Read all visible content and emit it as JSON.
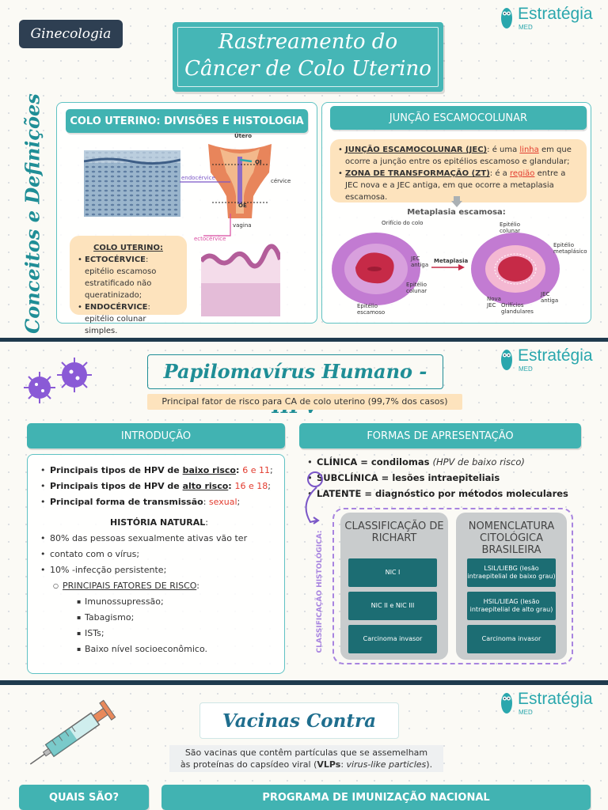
{
  "panel1": {
    "tag": "Ginecologia",
    "logo": {
      "name": "Estratégia",
      "sub": "MED"
    },
    "title_line1": "Rastreamento do",
    "title_line2": "Câncer de Colo Uterino",
    "side_title": "Conceitos e Definições",
    "colo": {
      "header": "COLO UTERINO: DIVISÕES E HISTOLOGIA",
      "labels": {
        "utero": "Útero",
        "oi": "OI",
        "oe": "OE",
        "cervice": "cérvice",
        "vagina": "vagina",
        "endocervice": "endocérvice",
        "ectocervice": "ectocérvice"
      },
      "card_title": "COLO UTERINO:",
      "ecto_term": "ECTOCÉRVICE",
      "ecto_text": ": epitélio escamoso estratificado não queratinizado;",
      "endo_term": "ENDOCÉRVICE",
      "endo_text": ": epitélio colunar simples."
    },
    "jec": {
      "header": "JUNÇÃO ESCAMOCOLUNAR",
      "item1_term": "JUNÇÃO ESCAMOCOLUNAR (JEC)",
      "item1_a": ": é uma ",
      "item1_hl": "linha",
      "item1_b": " em que ocorre a junção entre os epitélios escamoso e glandular;",
      "item2_term": "ZONA DE TRANSFORMAÇÃO (ZT)",
      "item2_a": ": é a ",
      "item2_hl": "região",
      "item2_b": " entre a JEC nova e a JEC antiga, em que ocorre a metaplasia escamosa.",
      "diagram_title": "Metaplasia escamosa:",
      "labels": {
        "orificio": "Orifício do colo",
        "jec_antiga": "JEC antiga",
        "epit_colunar": "Epitélio colunar",
        "epit_escamoso": "Epitélio escamoso",
        "metaplasia": "Metaplasia",
        "epit_colunar2": "Epitélio colunar",
        "epit_metaplasico": "Epitélio metaplásico",
        "jec_antiga2": "JEC antiga",
        "nova_jec": "Nova JEC",
        "orificios_glandulares": "Orifícios glandulares"
      }
    }
  },
  "panel2": {
    "logo": {
      "name": "Estratégia",
      "sub": "MED"
    },
    "title": "Papilomavírus Humano - HPV",
    "risk": "Principal fator de risco para CA de colo uterino (99,7% dos casos)",
    "intro": {
      "header": "INTRODUÇÃO",
      "l1_a": "Principais tipos de HPV de ",
      "l1_u": "baixo risco",
      "l1_b": ": ",
      "l1_v": "6 e 11",
      "l1_c": ";",
      "l2_a": "Principais tipos de HPV de ",
      "l2_u": "alto risco",
      "l2_b": ": ",
      "l2_v": "16 e 18",
      "l2_c": ";",
      "l3_a": "Principal forma de transmissão",
      "l3_b": ": ",
      "l3_v": "sexual",
      "l3_c": ";",
      "historia": "HISTÓRIA NATURAL",
      "h1": "80% das pessoas sexualmente ativas vão ter",
      "h1b": "contato com o vírus;",
      "h2": "10% -infecção persistente;",
      "fatores": "PRINCIPAIS FATORES DE RISCO",
      "f1": "Imunossupressão;",
      "f2": "Tabagismo;",
      "f3": "ISTs;",
      "f4": "Baixo nível socioeconômico."
    },
    "formas": {
      "header": "FORMAS DE APRESENTAÇÃO",
      "c1_term": "CLÍNICA = condilomas ",
      "c1_note": "(HPV de baixo risco)",
      "c2": "SUBCLÍNICA = lesões intraepiteliais",
      "c3": "LATENTE = diagnóstico por métodos moleculares",
      "class_label": "CLASSIFICAÇÃO HISTOLÓGICA:",
      "richart_title": "CLASSIFICAÇÃO DE RICHART",
      "richart": [
        "NIC I",
        "NIC II e NIC III",
        "Carcinoma invasor"
      ],
      "brasil_title": "NOMENCLATURA CITOLÓGICA BRASILEIRA",
      "brasil": [
        "LSIL/LIEBG (lesão intraepitelial de baixo grau)",
        "HSIL/LIEAG (lesão intraepitelial de alto grau)",
        "Carcinoma invasor"
      ]
    }
  },
  "panel3": {
    "logo": {
      "name": "Estratégia",
      "sub": "MED"
    },
    "title": "Vacinas Contra HPV",
    "desc_a": "São vacinas que contêm partículas que se assemelham",
    "desc_b": "às proteínas do capsídeo viral (",
    "desc_vlp": "VLPs",
    "desc_c": ": ",
    "desc_em": "virus-like particles",
    "desc_d": ").",
    "quais": "QUAIS SÃO?",
    "programa": "PROGRAMA DE IMUNIZAÇÃO NACIONAL"
  },
  "colors": {
    "teal": "#41b3b2",
    "dark_teal": "#1c6d73",
    "cream": "#fde3bd",
    "red": "#e23b2e",
    "purple": "#a884e0"
  }
}
